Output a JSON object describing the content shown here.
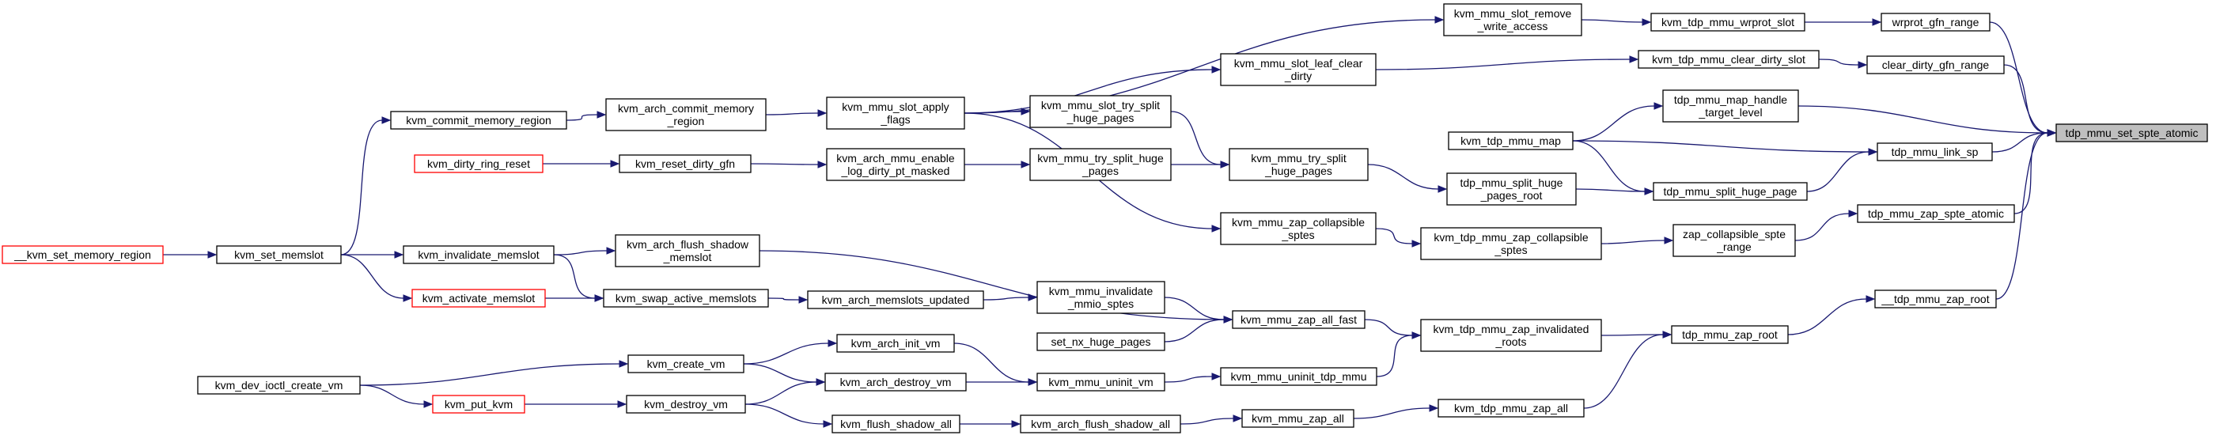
{
  "title": "",
  "nodes": [
    {
      "id": "tdp_mmu_set_spte_atomic",
      "lines": [
        "tdp_mmu_set_spte_atomic"
      ],
      "style": "root"
    },
    {
      "id": "wrprot_gfn_range",
      "lines": [
        "wrprot_gfn_range"
      ],
      "style": "normal"
    },
    {
      "id": "clear_dirty_gfn_range",
      "lines": [
        "clear_dirty_gfn_range"
      ],
      "style": "normal"
    },
    {
      "id": "tdp_mmu_map_handle_target_level",
      "lines": [
        "tdp_mmu_map_handle",
        "_target_level"
      ],
      "style": "normal"
    },
    {
      "id": "tdp_mmu_link_sp",
      "lines": [
        "tdp_mmu_link_sp"
      ],
      "style": "normal"
    },
    {
      "id": "tdp_mmu_zap_spte_atomic",
      "lines": [
        "tdp_mmu_zap_spte_atomic"
      ],
      "style": "normal"
    },
    {
      "id": "__tdp_mmu_zap_root",
      "lines": [
        "__tdp_mmu_zap_root"
      ],
      "style": "normal"
    },
    {
      "id": "kvm_tdp_mmu_wrprot_slot",
      "lines": [
        "kvm_tdp_mmu_wrprot_slot"
      ],
      "style": "normal"
    },
    {
      "id": "kvm_tdp_mmu_clear_dirty_slot",
      "lines": [
        "kvm_tdp_mmu_clear_dirty_slot"
      ],
      "style": "normal"
    },
    {
      "id": "tdp_mmu_split_huge_page",
      "lines": [
        "tdp_mmu_split_huge_page"
      ],
      "style": "normal"
    },
    {
      "id": "zap_collapsible_spte_range",
      "lines": [
        "zap_collapsible_spte",
        "_range"
      ],
      "style": "normal"
    },
    {
      "id": "tdp_mmu_zap_root",
      "lines": [
        "tdp_mmu_zap_root"
      ],
      "style": "normal"
    },
    {
      "id": "kvm_mmu_slot_remove_write_access",
      "lines": [
        "kvm_mmu_slot_remove",
        "_write_access"
      ],
      "style": "normal"
    },
    {
      "id": "kvm_mmu_slot_leaf_clear_dirty",
      "lines": [
        "kvm_mmu_slot_leaf_clear",
        "_dirty"
      ],
      "style": "normal"
    },
    {
      "id": "kvm_tdp_mmu_map",
      "lines": [
        "kvm_tdp_mmu_map"
      ],
      "style": "normal"
    },
    {
      "id": "tdp_mmu_split_huge_pages_root",
      "lines": [
        "tdp_mmu_split_huge",
        "_pages_root"
      ],
      "style": "normal"
    },
    {
      "id": "kvm_tdp_mmu_zap_collapsible_sptes",
      "lines": [
        "kvm_tdp_mmu_zap_collapsible",
        "_sptes"
      ],
      "style": "normal"
    },
    {
      "id": "kvm_tdp_mmu_zap_invalidated_roots",
      "lines": [
        "kvm_tdp_mmu_zap_invalidated",
        "_roots"
      ],
      "style": "normal"
    },
    {
      "id": "kvm_tdp_mmu_zap_all",
      "lines": [
        "kvm_tdp_mmu_zap_all"
      ],
      "style": "normal"
    },
    {
      "id": "kvm_mmu_slot_apply_flags",
      "lines": [
        "kvm_mmu_slot_apply",
        "_flags"
      ],
      "style": "normal"
    },
    {
      "id": "kvm_mmu_tdp_try_split_huge_pages",
      "lines": [
        "kvm_mmu_try_split",
        "_huge_pages"
      ],
      "style": "normal"
    },
    {
      "id": "kvm_mmu_zap_collapsible_sptes",
      "lines": [
        "kvm_mmu_zap_collapsible",
        "_sptes"
      ],
      "style": "normal"
    },
    {
      "id": "kvm_mmu_zap_all_fast",
      "lines": [
        "kvm_mmu_zap_all_fast"
      ],
      "style": "normal"
    },
    {
      "id": "kvm_mmu_uninit_tdp_mmu",
      "lines": [
        "kvm_mmu_uninit_tdp_mmu"
      ],
      "style": "normal"
    },
    {
      "id": "kvm_mmu_zap_all",
      "lines": [
        "kvm_mmu_zap_all"
      ],
      "style": "normal"
    },
    {
      "id": "kvm_mmu_slot_try_split_huge_pages",
      "lines": [
        "kvm_mmu_slot_try_split",
        "_huge_pages"
      ],
      "style": "normal"
    },
    {
      "id": "kvm_mmu_try_split_huge_pages",
      "lines": [
        "kvm_mmu_try_split_huge",
        "_pages"
      ],
      "style": "normal"
    },
    {
      "id": "kvm_mmu_invalidate_mmio_sptes",
      "lines": [
        "kvm_mmu_invalidate",
        "_mmio_sptes"
      ],
      "style": "normal"
    },
    {
      "id": "set_nx_huge_pages",
      "lines": [
        "set_nx_huge_pages"
      ],
      "style": "normal"
    },
    {
      "id": "kvm_mmu_uninit_vm",
      "lines": [
        "kvm_mmu_uninit_vm"
      ],
      "style": "normal"
    },
    {
      "id": "kvm_arch_flush_shadow_all",
      "lines": [
        "kvm_arch_flush_shadow_all"
      ],
      "style": "normal"
    },
    {
      "id": "kvm_arch_commit_memory_region",
      "lines": [
        "kvm_arch_commit_memory",
        "_region"
      ],
      "style": "normal"
    },
    {
      "id": "kvm_arch_mmu_enable_log_dirty_pt_masked",
      "lines": [
        "kvm_arch_mmu_enable",
        "_log_dirty_pt_masked"
      ],
      "style": "normal"
    },
    {
      "id": "kvm_arch_flush_shadow_memslot",
      "lines": [
        "kvm_arch_flush_shadow",
        "_memslot"
      ],
      "style": "normal"
    },
    {
      "id": "kvm_arch_memslots_updated",
      "lines": [
        "kvm_arch_memslots_updated"
      ],
      "style": "normal"
    },
    {
      "id": "kvm_arch_init_vm",
      "lines": [
        "kvm_arch_init_vm"
      ],
      "style": "normal"
    },
    {
      "id": "kvm_arch_destroy_vm",
      "lines": [
        "kvm_arch_destroy_vm"
      ],
      "style": "normal"
    },
    {
      "id": "kvm_flush_shadow_all",
      "lines": [
        "kvm_flush_shadow_all"
      ],
      "style": "normal"
    },
    {
      "id": "kvm_commit_memory_region",
      "lines": [
        "kvm_commit_memory_region"
      ],
      "style": "normal"
    },
    {
      "id": "kvm_reset_dirty_gfn",
      "lines": [
        "kvm_reset_dirty_gfn"
      ],
      "style": "normal"
    },
    {
      "id": "kvm_swap_active_memslots",
      "lines": [
        "kvm_swap_active_memslots"
      ],
      "style": "normal"
    },
    {
      "id": "kvm_create_vm",
      "lines": [
        "kvm_create_vm"
      ],
      "style": "normal"
    },
    {
      "id": "kvm_destroy_vm",
      "lines": [
        "kvm_destroy_vm"
      ],
      "style": "normal"
    },
    {
      "id": "kvm_dirty_ring_reset",
      "lines": [
        "kvm_dirty_ring_reset"
      ],
      "style": "red"
    },
    {
      "id": "kvm_invalidate_memslot",
      "lines": [
        "kvm_invalidate_memslot"
      ],
      "style": "normal"
    },
    {
      "id": "kvm_activate_memslot",
      "lines": [
        "kvm_activate_memslot"
      ],
      "style": "red"
    },
    {
      "id": "kvm_put_kvm",
      "lines": [
        "kvm_put_kvm"
      ],
      "style": "red"
    },
    {
      "id": "kvm_set_memslot",
      "lines": [
        "kvm_set_memslot"
      ],
      "style": "normal"
    },
    {
      "id": "kvm_dev_ioctl_create_vm",
      "lines": [
        "kvm_dev_ioctl_create_vm"
      ],
      "style": "normal"
    },
    {
      "id": "__kvm_set_memory_region",
      "lines": [
        "__kvm_set_memory_region"
      ],
      "style": "red"
    }
  ],
  "edges": [
    [
      "wrprot_gfn_range",
      "tdp_mmu_set_spte_atomic"
    ],
    [
      "clear_dirty_gfn_range",
      "tdp_mmu_set_spte_atomic"
    ],
    [
      "tdp_mmu_map_handle_target_level",
      "tdp_mmu_set_spte_atomic"
    ],
    [
      "tdp_mmu_link_sp",
      "tdp_mmu_set_spte_atomic"
    ],
    [
      "tdp_mmu_zap_spte_atomic",
      "tdp_mmu_set_spte_atomic"
    ],
    [
      "__tdp_mmu_zap_root",
      "tdp_mmu_set_spte_atomic"
    ],
    [
      "kvm_tdp_mmu_wrprot_slot",
      "wrprot_gfn_range"
    ],
    [
      "kvm_tdp_mmu_clear_dirty_slot",
      "clear_dirty_gfn_range"
    ],
    [
      "kvm_tdp_mmu_map",
      "tdp_mmu_map_handle_target_level"
    ],
    [
      "kvm_tdp_mmu_map",
      "tdp_mmu_link_sp"
    ],
    [
      "tdp_mmu_split_huge_page",
      "tdp_mmu_link_sp"
    ],
    [
      "zap_collapsible_spte_range",
      "tdp_mmu_zap_spte_atomic"
    ],
    [
      "tdp_mmu_zap_root",
      "__tdp_mmu_zap_root"
    ],
    [
      "kvm_mmu_slot_remove_write_access",
      "kvm_tdp_mmu_wrprot_slot"
    ],
    [
      "kvm_mmu_slot_leaf_clear_dirty",
      "kvm_tdp_mmu_clear_dirty_slot"
    ],
    [
      "kvm_tdp_mmu_map",
      "tdp_mmu_split_huge_page"
    ],
    [
      "tdp_mmu_split_huge_pages_root",
      "tdp_mmu_split_huge_page"
    ],
    [
      "kvm_tdp_mmu_zap_collapsible_sptes",
      "zap_collapsible_spte_range"
    ],
    [
      "kvm_tdp_mmu_zap_invalidated_roots",
      "tdp_mmu_zap_root"
    ],
    [
      "kvm_tdp_mmu_zap_all",
      "tdp_mmu_zap_root"
    ],
    [
      "kvm_mmu_slot_apply_flags",
      "kvm_mmu_slot_remove_write_access"
    ],
    [
      "kvm_mmu_slot_apply_flags",
      "kvm_mmu_slot_leaf_clear_dirty"
    ],
    [
      "kvm_mmu_tdp_try_split_huge_pages",
      "tdp_mmu_split_huge_pages_root"
    ],
    [
      "kvm_mmu_zap_collapsible_sptes",
      "kvm_tdp_mmu_zap_collapsible_sptes"
    ],
    [
      "kvm_mmu_zap_all_fast",
      "kvm_tdp_mmu_zap_invalidated_roots"
    ],
    [
      "kvm_mmu_uninit_tdp_mmu",
      "kvm_tdp_mmu_zap_invalidated_roots"
    ],
    [
      "kvm_mmu_zap_all",
      "kvm_tdp_mmu_zap_all"
    ],
    [
      "kvm_mmu_slot_apply_flags",
      "kvm_mmu_slot_try_split_huge_pages"
    ],
    [
      "kvm_mmu_slot_try_split_huge_pages",
      "kvm_mmu_tdp_try_split_huge_pages"
    ],
    [
      "kvm_mmu_try_split_huge_pages",
      "kvm_mmu_tdp_try_split_huge_pages"
    ],
    [
      "kvm_mmu_slot_apply_flags",
      "kvm_mmu_zap_collapsible_sptes"
    ],
    [
      "kvm_mmu_invalidate_mmio_sptes",
      "kvm_mmu_zap_all_fast"
    ],
    [
      "set_nx_huge_pages",
      "kvm_mmu_zap_all_fast"
    ],
    [
      "kvm_mmu_uninit_vm",
      "kvm_mmu_uninit_tdp_mmu"
    ],
    [
      "kvm_arch_flush_shadow_all",
      "kvm_mmu_zap_all"
    ],
    [
      "kvm_arch_commit_memory_region",
      "kvm_mmu_slot_apply_flags"
    ],
    [
      "kvm_arch_mmu_enable_log_dirty_pt_masked",
      "kvm_mmu_try_split_huge_pages"
    ],
    [
      "kvm_arch_flush_shadow_memslot",
      "kvm_mmu_zap_all_fast"
    ],
    [
      "kvm_arch_memslots_updated",
      "kvm_mmu_invalidate_mmio_sptes"
    ],
    [
      "kvm_arch_init_vm",
      "kvm_mmu_uninit_vm"
    ],
    [
      "kvm_arch_destroy_vm",
      "kvm_mmu_uninit_vm"
    ],
    [
      "kvm_flush_shadow_all",
      "kvm_arch_flush_shadow_all"
    ],
    [
      "kvm_commit_memory_region",
      "kvm_arch_commit_memory_region"
    ],
    [
      "kvm_reset_dirty_gfn",
      "kvm_arch_mmu_enable_log_dirty_pt_masked"
    ],
    [
      "kvm_invalidate_memslot",
      "kvm_arch_flush_shadow_memslot"
    ],
    [
      "kvm_swap_active_memslots",
      "kvm_arch_memslots_updated"
    ],
    [
      "kvm_create_vm",
      "kvm_arch_init_vm"
    ],
    [
      "kvm_create_vm",
      "kvm_arch_destroy_vm"
    ],
    [
      "kvm_destroy_vm",
      "kvm_arch_destroy_vm"
    ],
    [
      "kvm_destroy_vm",
      "kvm_flush_shadow_all"
    ],
    [
      "kvm_set_memslot",
      "kvm_commit_memory_region"
    ],
    [
      "kvm_dirty_ring_reset",
      "kvm_reset_dirty_gfn"
    ],
    [
      "kvm_invalidate_memslot",
      "kvm_swap_active_memslots"
    ],
    [
      "kvm_activate_memslot",
      "kvm_swap_active_memslots"
    ],
    [
      "kvm_dev_ioctl_create_vm",
      "kvm_create_vm"
    ],
    [
      "kvm_put_kvm",
      "kvm_destroy_vm"
    ],
    [
      "kvm_set_memslot",
      "kvm_invalidate_memslot"
    ],
    [
      "kvm_set_memslot",
      "kvm_activate_memslot"
    ],
    [
      "kvm_dev_ioctl_create_vm",
      "kvm_put_kvm"
    ],
    [
      "__kvm_set_memory_region",
      "kvm_set_memslot"
    ]
  ]
}
